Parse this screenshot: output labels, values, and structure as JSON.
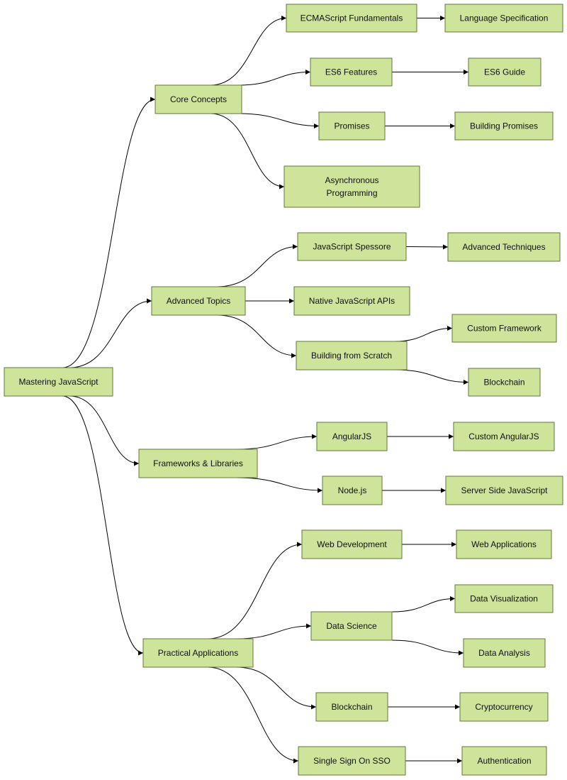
{
  "diagram": {
    "root": {
      "label": "Mastering JavaScript"
    },
    "core": {
      "label": "Core Concepts"
    },
    "ecma": {
      "label": "ECMAScript Fundamentals"
    },
    "langspec": {
      "label": "Language Specification"
    },
    "es6": {
      "label": "ES6 Features"
    },
    "es6guide": {
      "label": "ES6 Guide"
    },
    "promises": {
      "label": "Promises"
    },
    "buildprom": {
      "label": "Building Promises"
    },
    "async": {
      "label": "Asynchronous\nProgramming"
    },
    "adv": {
      "label": "Advanced Topics"
    },
    "spessore": {
      "label": "JavaScript Spessore"
    },
    "advtech": {
      "label": "Advanced Techniques"
    },
    "native": {
      "label": "Native JavaScript APIs"
    },
    "scratch": {
      "label": "Building from Scratch"
    },
    "customfw": {
      "label": "Custom Framework"
    },
    "blockchain1": {
      "label": "Blockchain"
    },
    "fw": {
      "label": "Frameworks & Libraries"
    },
    "angular": {
      "label": "AngularJS"
    },
    "customang": {
      "label": "Custom AngularJS"
    },
    "node": {
      "label": "Node.js"
    },
    "ssjs": {
      "label": "Server Side JavaScript"
    },
    "practical": {
      "label": "Practical Applications"
    },
    "webdev": {
      "label": "Web Development"
    },
    "webapps": {
      "label": "Web Applications"
    },
    "datasci": {
      "label": "Data Science"
    },
    "dataviz": {
      "label": "Data Visualization"
    },
    "dataanal": {
      "label": "Data Analysis"
    },
    "blockchain2": {
      "label": "Blockchain"
    },
    "crypto": {
      "label": "Cryptocurrency"
    },
    "sso": {
      "label": "Single Sign On SSO"
    },
    "auth": {
      "label": "Authentication"
    }
  },
  "edges": [
    [
      "root",
      "core"
    ],
    [
      "root",
      "adv"
    ],
    [
      "root",
      "fw"
    ],
    [
      "root",
      "practical"
    ],
    [
      "core",
      "ecma"
    ],
    [
      "core",
      "es6"
    ],
    [
      "core",
      "promises"
    ],
    [
      "core",
      "async"
    ],
    [
      "ecma",
      "langspec"
    ],
    [
      "es6",
      "es6guide"
    ],
    [
      "promises",
      "buildprom"
    ],
    [
      "adv",
      "spessore"
    ],
    [
      "adv",
      "native"
    ],
    [
      "adv",
      "scratch"
    ],
    [
      "spessore",
      "advtech"
    ],
    [
      "scratch",
      "customfw"
    ],
    [
      "scratch",
      "blockchain1"
    ],
    [
      "fw",
      "angular"
    ],
    [
      "fw",
      "node"
    ],
    [
      "angular",
      "customang"
    ],
    [
      "node",
      "ssjs"
    ],
    [
      "practical",
      "webdev"
    ],
    [
      "practical",
      "datasci"
    ],
    [
      "practical",
      "blockchain2"
    ],
    [
      "practical",
      "sso"
    ],
    [
      "webdev",
      "webapps"
    ],
    [
      "datasci",
      "dataviz"
    ],
    [
      "datasci",
      "dataanal"
    ],
    [
      "blockchain2",
      "crypto"
    ],
    [
      "sso",
      "auth"
    ]
  ],
  "colors": {
    "node_fill": "#cde49a",
    "node_stroke": "#5f7a3a",
    "edge": "#000000"
  }
}
